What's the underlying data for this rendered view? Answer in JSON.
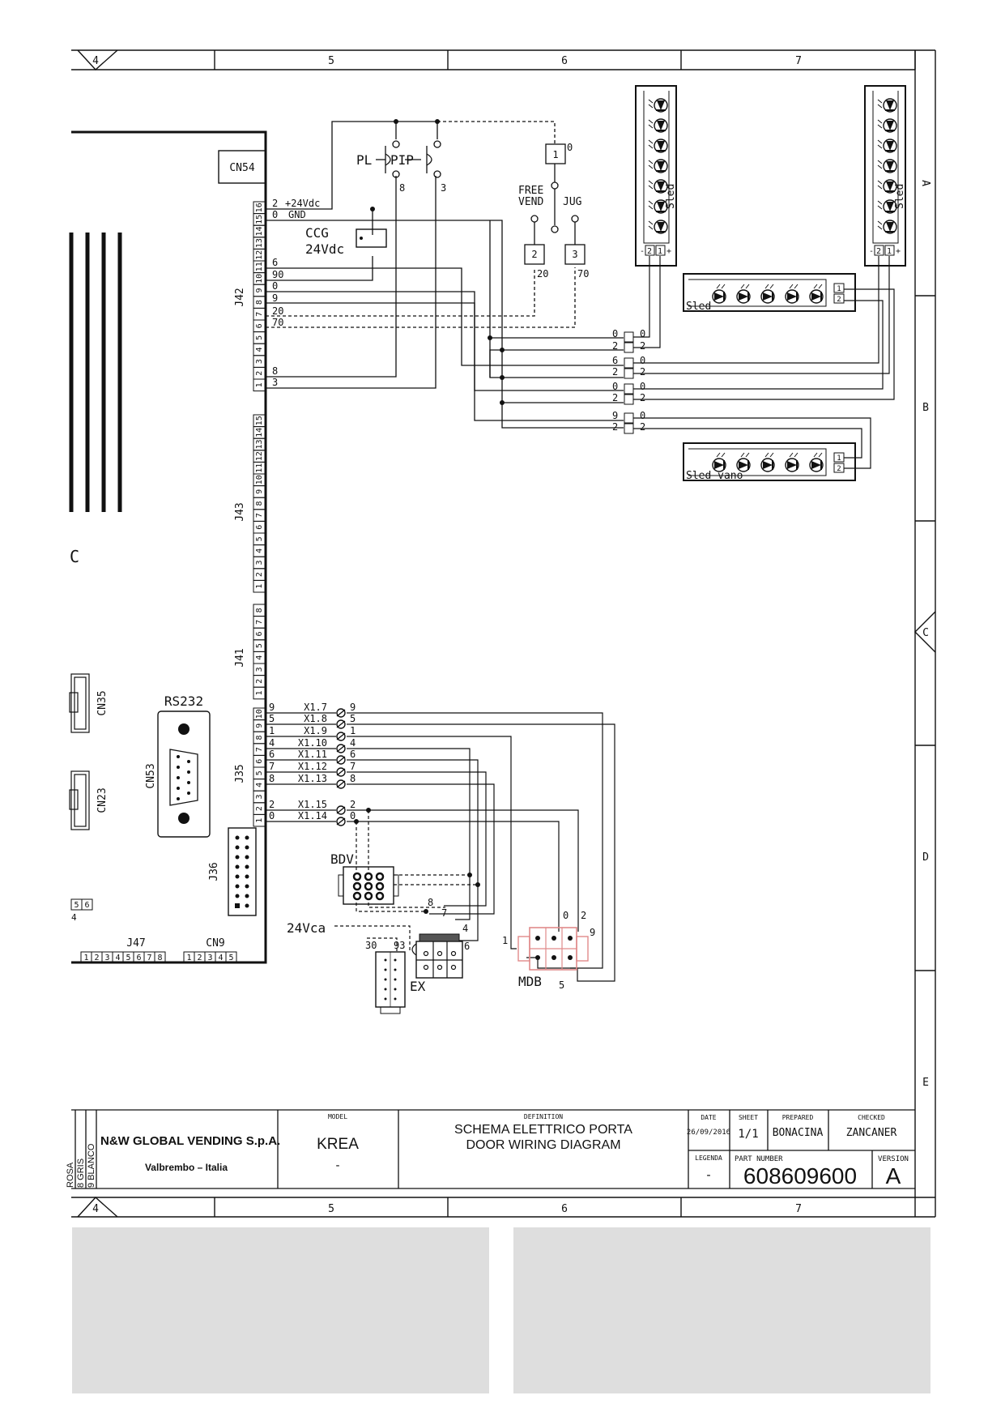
{
  "border": {
    "columns": [
      "4",
      "5",
      "6",
      "7"
    ],
    "rows": [
      "A",
      "B",
      "C",
      "D",
      "E"
    ]
  },
  "labels": {
    "cn54": "CN54",
    "pl": "PL",
    "pip": "PIP",
    "ccg": "CCG",
    "ccg_v": "24Vdc",
    "free_vend_1": "FREE",
    "free_vend_2": "VEND",
    "jug": "JUG",
    "sled_v1": "Sled",
    "sled_v2": "Sled",
    "sled_h1": "Sled",
    "sled_vano": "Sled vano",
    "rs232": "RS232",
    "cn53": "CN53",
    "cn35": "CN35",
    "cn23": "CN23",
    "j36": "J36",
    "j47": "J47",
    "cn9": "CN9",
    "j42": "J42",
    "j43": "J43",
    "j41": "J41",
    "j35": "J35",
    "c_left": "C",
    "bdv": "BDV",
    "v24ca": "24Vca",
    "ex": "EX",
    "mdb": "MDB",
    "left_frag": "4"
  },
  "j42_wires": [
    {
      "num": "2",
      "label": "+24Vdc"
    },
    {
      "num": "0",
      "label": "GND"
    },
    {
      "num": "6",
      "label": ""
    },
    {
      "num": "90",
      "label": ""
    },
    {
      "num": "0",
      "label": ""
    },
    {
      "num": "9",
      "label": ""
    },
    {
      "num": "20",
      "label": ""
    },
    {
      "num": "70",
      "label": ""
    },
    {
      "num": "8",
      "label": ""
    },
    {
      "num": "3",
      "label": ""
    }
  ],
  "switch_nums": {
    "pl_out": "8",
    "pip_out": "3",
    "sw1_top": "0",
    "sw1": "1",
    "fv": "2",
    "jug": "3",
    "fv_wire": "20",
    "jug_wire": "70"
  },
  "wire_pairs": [
    {
      "a": "0",
      "b": "2",
      "c": "0",
      "d": "2"
    },
    {
      "a": "6",
      "b": "2",
      "c": "0",
      "d": "2"
    },
    {
      "a": "0",
      "b": "2",
      "c": "0",
      "d": "2"
    },
    {
      "a": "9",
      "b": "2",
      "c": "0",
      "d": "2"
    }
  ],
  "led_conn": {
    "n2": "2",
    "n1": "1",
    "minus": "-",
    "plus": "+"
  },
  "j35_wires": [
    {
      "num": "9",
      "x": "X1.7",
      "r": "9"
    },
    {
      "num": "5",
      "x": "X1.8",
      "r": "5"
    },
    {
      "num": "1",
      "x": "X1.9",
      "r": "1"
    },
    {
      "num": "4",
      "x": "X1.10",
      "r": "4"
    },
    {
      "num": "6",
      "x": "X1.11",
      "r": "6"
    },
    {
      "num": "7",
      "x": "X1.12",
      "r": "7"
    },
    {
      "num": "8",
      "x": "X1.13",
      "r": "8"
    },
    {
      "num": "2",
      "x": "X1.15",
      "r": "2"
    },
    {
      "num": "0",
      "x": "X1.14",
      "r": "0"
    }
  ],
  "lower_nums": {
    "n8": "8",
    "n7": "7",
    "n4": "4",
    "n6": "6",
    "n30": "30",
    "n93": "93",
    "m0": "0",
    "m2": "2",
    "m9": "9",
    "m1": "1",
    "m5": "5"
  },
  "j47_pins": [
    "1",
    "2",
    "3",
    "4",
    "5",
    "6",
    "7",
    "8"
  ],
  "cn9_pins": [
    "1",
    "2",
    "3",
    "4",
    "5"
  ],
  "frag_pins": [
    "5",
    "6"
  ],
  "frag_left": "4",
  "title_block": {
    "company": "N&W GLOBAL VENDING S.p.A.",
    "location": "Valbrembo – Italia",
    "model_label": "MODEL",
    "model": "KREA",
    "model_sub": "-",
    "def_label": "DEFINITION",
    "def_it": "SCHEMA ELETTRICO PORTA",
    "def_en": "DOOR WIRING DIAGRAM",
    "date_label": "DATE",
    "date": "26/09/2016",
    "sheet_label": "SHEET",
    "sheet": "1/1",
    "prepared_label": "PREPARED",
    "prepared": "BONACINA",
    "checked_label": "CHECKED",
    "checked": "ZANCANER",
    "legend_label": "LEGENDA",
    "legend": "-",
    "part_label": "PART NUMBER",
    "part": "608609600",
    "version_label": "VERSION",
    "version": "A",
    "color_legend": [
      "9 BLANCO",
      "8 GRIS",
      "ROSA"
    ]
  }
}
